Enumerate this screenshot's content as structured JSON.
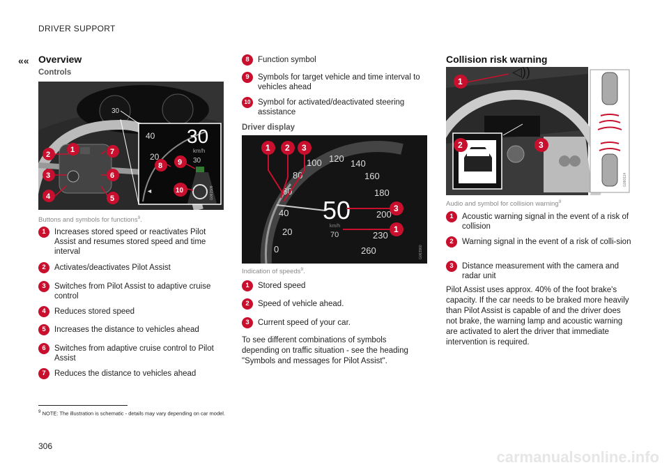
{
  "header": {
    "section": "DRIVER SUPPORT",
    "nav_symbol": "««"
  },
  "overview": {
    "title": "Overview",
    "controls_heading": "Controls",
    "controls_caption": "Buttons and symbols for functions",
    "footnote_ref": "9",
    "controls_image": {
      "code": "G061509",
      "speed_big": "30",
      "unit": "km/h",
      "speed_small": "30",
      "gauge_40": "40",
      "gauge_20": "20",
      "markers": [
        "1",
        "2",
        "3",
        "4",
        "5",
        "6",
        "7",
        "8",
        "9",
        "10"
      ]
    },
    "controls_items": [
      {
        "n": "1",
        "text": "Increases stored speed or reactivates Pilot Assist and resumes stored speed and time interval"
      },
      {
        "n": "2",
        "text": "Activates/deactivates Pilot Assist"
      },
      {
        "n": "3",
        "text": "Switches from Pilot Assist to adaptive cruise control"
      },
      {
        "n": "4",
        "text": "Reduces stored speed"
      },
      {
        "n": "5",
        "text": "Increases the distance to vehicles ahead"
      },
      {
        "n": "6",
        "text": "Switches from adaptive cruise control to Pilot Assist"
      },
      {
        "n": "7",
        "text": "Reduces the distance to vehicles ahead"
      },
      {
        "n": "8",
        "text": "Function symbol"
      },
      {
        "n": "9",
        "text": "Symbols for target vehicle and time interval to vehicles ahead"
      },
      {
        "n": "10",
        "text": "Symbol for activated/deactivated steering assistance"
      }
    ]
  },
  "driver_display": {
    "heading": "Driver display",
    "caption": "Indication of speeds",
    "footnote_ref": "9",
    "image": {
      "code": "G063960",
      "speed": "50",
      "unit": "km/h",
      "stored": "70",
      "ticks": [
        "0",
        "20",
        "40",
        "60",
        "80",
        "100",
        "120",
        "140",
        "160",
        "180",
        "200",
        "230",
        "260"
      ],
      "markers": [
        "1",
        "2",
        "3",
        "3",
        "1"
      ]
    },
    "items": [
      {
        "n": "1",
        "text": "Stored speed"
      },
      {
        "n": "2",
        "text": "Speed of vehicle ahead."
      },
      {
        "n": "3",
        "text": "Current speed of your car."
      }
    ],
    "paragraph": "To see different combinations of symbols depending on traffic situation - see the heading \"Symbols and messages for Pilot Assist\"."
  },
  "collision": {
    "title": "Collision risk warning",
    "caption": "Audio and symbol for collision warning",
    "footnote_ref": "9",
    "image": {
      "code": "G060114",
      "markers": [
        "1",
        "2",
        "3"
      ]
    },
    "items": [
      {
        "n": "1",
        "text": "Acoustic warning signal in the event of a risk of collision"
      },
      {
        "n": "2",
        "text": "Warning signal in the event of a risk of colli-sion"
      },
      {
        "n": "3",
        "text": "Distance measurement with the camera and radar unit"
      }
    ],
    "paragraph": "Pilot Assist uses approx. 40% of the foot brake's capacity. If the car needs to be braked more heavily than Pilot Assist is capable of and the driver does not brake, the warning lamp and acoustic warning are activated to alert the driver that immediate intervention is required."
  },
  "footnote": {
    "n": "9",
    "text": "NOTE: The illustration is schematic - details may vary depending on car model."
  },
  "page_number": "306",
  "watermark": "carmanualsonline.info"
}
